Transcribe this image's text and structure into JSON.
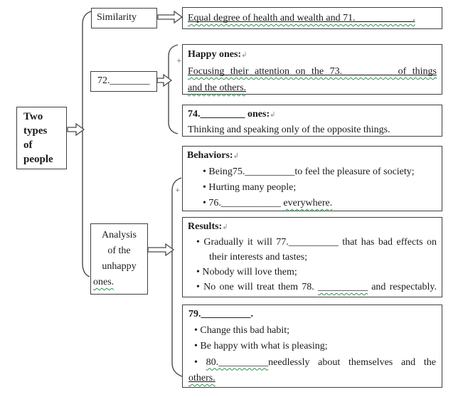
{
  "page": {
    "background": "#ffffff",
    "box_border_color": "#3f3f3f",
    "wavy_underline_color": "#2f8f4e"
  },
  "root_box": {
    "text": "Two\ntypes\nof\npeople"
  },
  "branches": {
    "similarity_label": "Similarity",
    "blank72_label": "72.________",
    "analysis_lines": "Analysis\nof the\nunhappy",
    "analysis_last_word": "ones."
  },
  "panels": {
    "equal": {
      "text": "Equal degree of health and wealth and 71. ___________."
    },
    "happy": {
      "title": "Happy ones:",
      "line1": "Focusing their attention on the 73.__________ of things",
      "line2": "and the others."
    },
    "opposite": {
      "title": "74._________ ones:",
      "body": "Thinking and speaking only of the opposite things."
    },
    "behaviors": {
      "title": "Behaviors:",
      "item1": "Being75.__________to feel the pleasure of society;",
      "item2": "Hurting many people;",
      "item3_pre": "76.____________ ",
      "item3_wavy": "everywhere."
    },
    "results": {
      "title": "Results:",
      "item1_line1": "Gradually it will 77.__________ that has bad effects on",
      "item1_line2": "their interests and tastes;",
      "item2": "Nobody will love them;",
      "item3_pre": "No one will treat them 78. ",
      "item3_wavy": "__________",
      "item3_post": " and respectably."
    },
    "advice": {
      "title": "79.__________.",
      "item1": "Change this bad habit;",
      "item2": "Be happy with what is pleasing;",
      "item3_wavy": "80.__________",
      "item3_rest": "needlessly about themselves and the",
      "item3_line2": "others."
    }
  },
  "glyphs": {
    "bullet": "•",
    "return_mark": "↲",
    "anchor_mark": "+"
  }
}
